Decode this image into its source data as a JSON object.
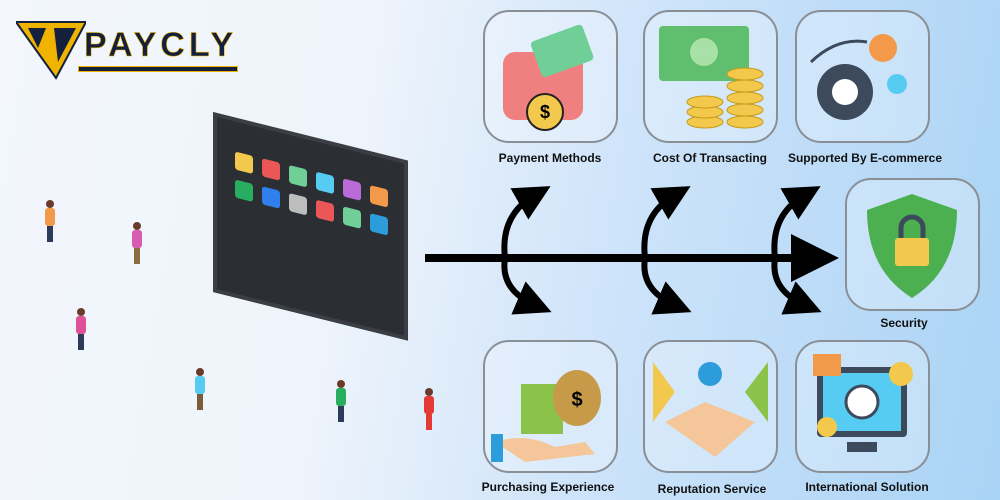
{
  "brand": {
    "name": "PAYCLY"
  },
  "factors": {
    "payment_methods": "Payment Methods",
    "cost_of_transacting": "Cost Of Transacting",
    "supported_by_ecommerce": "Supported By E-commerce",
    "security": "Security",
    "purchasing_experience": "Purchasing Experience",
    "reputation_service": "Reputation Service",
    "international_solution": "International Solution"
  },
  "colors": {
    "brand_navy": "#13213f",
    "brand_gold": "#f0b400",
    "arrow": "#000000"
  }
}
